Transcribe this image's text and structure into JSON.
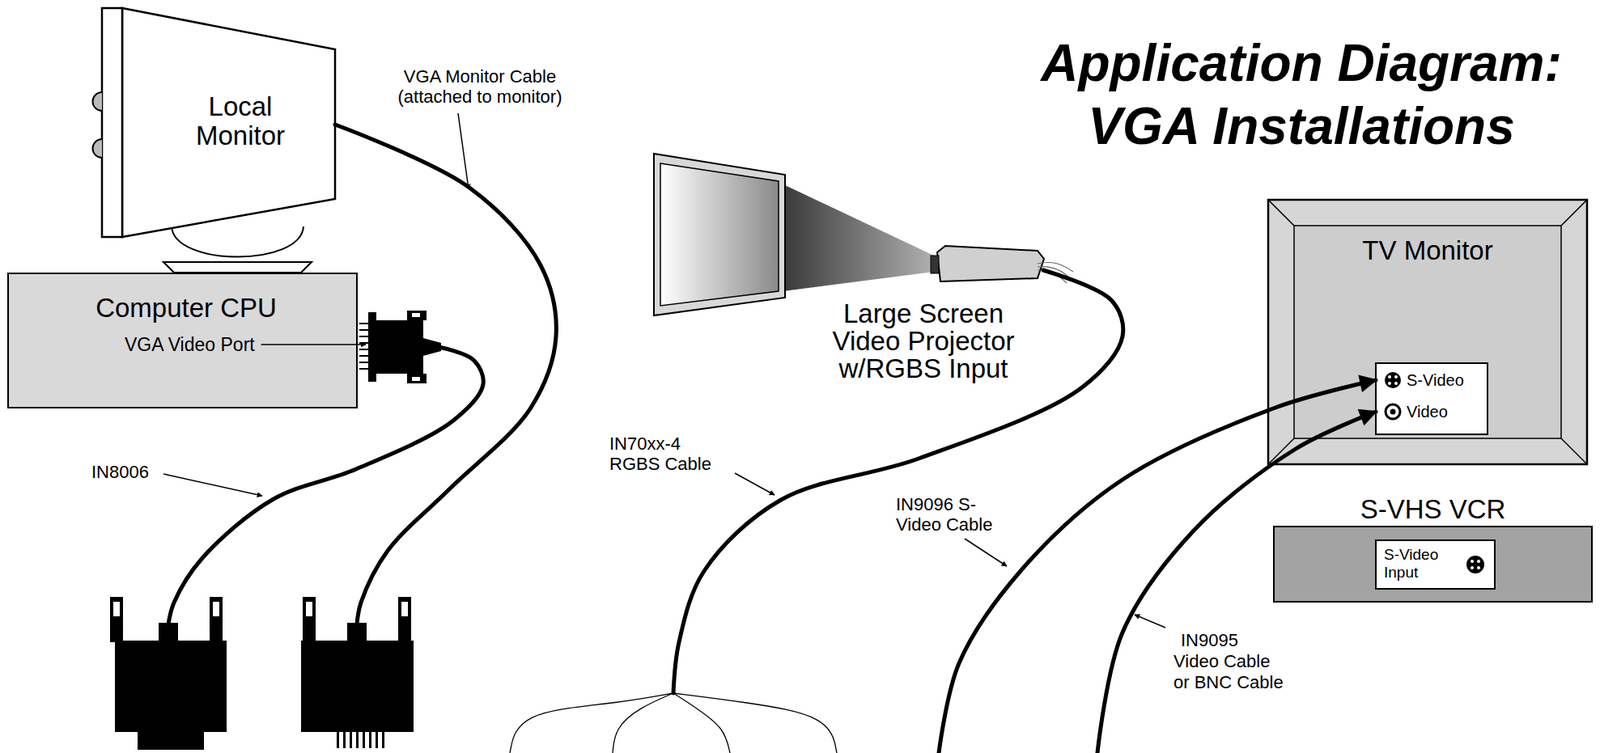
{
  "diagram": {
    "title": "Application Diagram: VGA Installations",
    "nodes": [
      {
        "text": [
          "Local Monitor"
        ]
      },
      {
        "text": [
          "Computer CPU",
          "VGA Video Port"
        ]
      },
      {
        "text": [
          "Large Screen Video Projector w/RGBS Input"
        ]
      },
      {
        "text": [
          "TV Monitor"
        ]
      },
      {
        "text": [
          "S-Video",
          "Video"
        ],
        "in": 3
      },
      {
        "text": [
          "S-VHS VCR"
        ]
      },
      {
        "text": [
          "S-Video Input"
        ],
        "in": 5
      }
    ],
    "labels": [
      "VGA Monitor Cable (attached to monitor)",
      "IN8006",
      "IN70xx-4 RGBS Cable",
      "IN9096 S-Video Cable",
      "IN9095 Video Cable or BNC Cable"
    ]
  }
}
